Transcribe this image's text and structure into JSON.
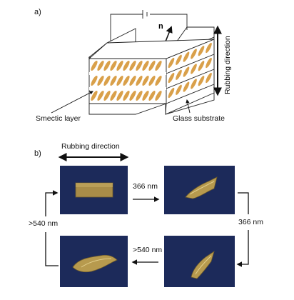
{
  "panel_a": {
    "label": "a)",
    "director_label": "n",
    "rubbing_direction": "Rubbing direction",
    "smectic_layer": "Smectic layer",
    "glass_substrate": "Glass substrate"
  },
  "panel_b": {
    "label": "b)",
    "rubbing_direction": "Rubbing direction",
    "top_arrow_label": "366 nm",
    "right_arrow_label": "366 nm",
    "bottom_arrow_label": ">540 nm",
    "left_arrow_label": ">540 nm"
  },
  "colors": {
    "mesogen": "#d9a04a",
    "photo_background": "#1c2a5a",
    "film": "#b79a4e"
  }
}
